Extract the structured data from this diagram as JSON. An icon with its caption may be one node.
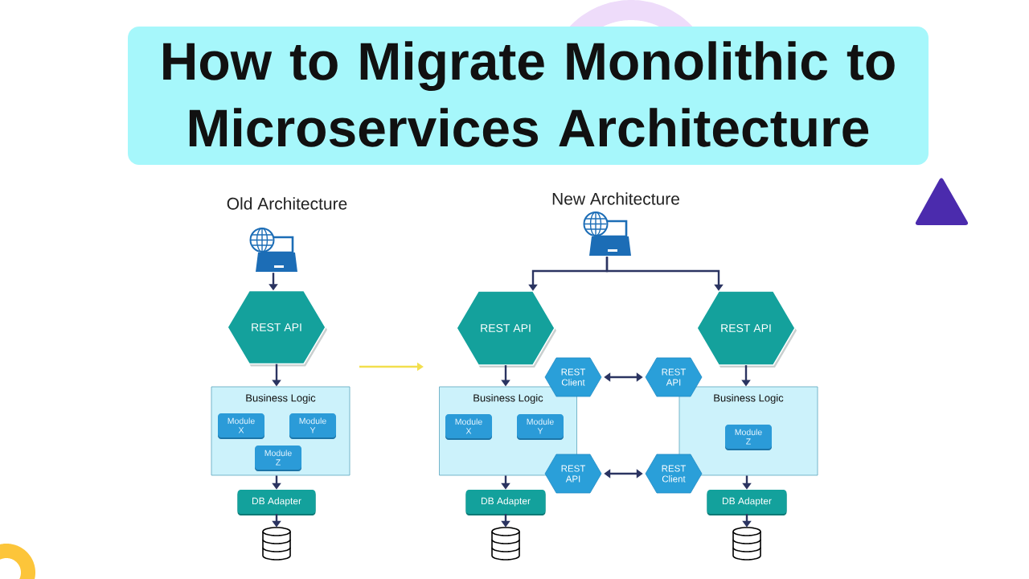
{
  "diagram": {
    "title": "How to Migrate Monolithic to Microservices Architecture",
    "nodes": [
      {
        "text": [],
        "shape": "picture"
      },
      {
        "text": [
          "REST API"
        ]
      },
      {
        "text": [
          "Business Logic"
        ]
      },
      {
        "text": [
          "Module X"
        ],
        "in": 2
      },
      {
        "text": [
          "Module Y"
        ],
        "in": 2
      },
      {
        "text": [
          "Module Z"
        ],
        "in": 2
      },
      {
        "text": [
          "DB Adapter"
        ]
      },
      {
        "text": [],
        "shape": "cylinder"
      },
      {
        "text": [],
        "shape": "picture"
      },
      {
        "text": [
          "REST API"
        ]
      },
      {
        "text": [
          "REST API"
        ]
      },
      {
        "text": [
          "REST Client"
        ]
      },
      {
        "text": [
          "REST API"
        ]
      },
      {
        "text": [
          "Business Logic"
        ]
      },
      {
        "text": [
          "Module X"
        ],
        "in": 13
      },
      {
        "text": [
          "Module Y"
        ],
        "in": 13
      },
      {
        "text": [
          "Business Logic"
        ]
      },
      {
        "text": [
          "Module Z"
        ],
        "in": 16
      },
      {
        "text": [
          "REST API"
        ]
      },
      {
        "text": [
          "REST Client"
        ]
      },
      {
        "text": [
          "DB Adapter"
        ]
      },
      {
        "text": [
          "DB Adapter"
        ]
      },
      {
        "text": [],
        "shape": "cylinder"
      },
      {
        "text": [],
        "shape": "cylinder"
      }
    ],
    "edges": [
      {
        "from": 0,
        "to": 1,
        "arrow": "to"
      },
      {
        "from": 1,
        "to": 2,
        "arrow": "to"
      },
      {
        "from": 2,
        "to": 6,
        "arrow": "to"
      },
      {
        "from": 6,
        "to": 7,
        "arrow": "to"
      },
      {
        "from": 8,
        "to": 9,
        "arrow": "to"
      },
      {
        "from": 8,
        "to": 10,
        "arrow": "to"
      },
      {
        "from": 9,
        "to": 13,
        "arrow": "to"
      },
      {
        "from": 10,
        "to": 16,
        "arrow": "to"
      },
      {
        "from": 11,
        "to": 12,
        "arrow": "both"
      },
      {
        "from": 18,
        "to": 19,
        "arrow": "both"
      },
      {
        "from": 13,
        "to": 20,
        "arrow": "to"
      },
      {
        "from": 16,
        "to": 21,
        "arrow": "to"
      },
      {
        "from": 20,
        "to": 22,
        "arrow": "to"
      },
      {
        "from": 21,
        "to": 23,
        "arrow": "to"
      }
    ],
    "labels": [
      "Old Architecture",
      "New Architecture"
    ]
  }
}
